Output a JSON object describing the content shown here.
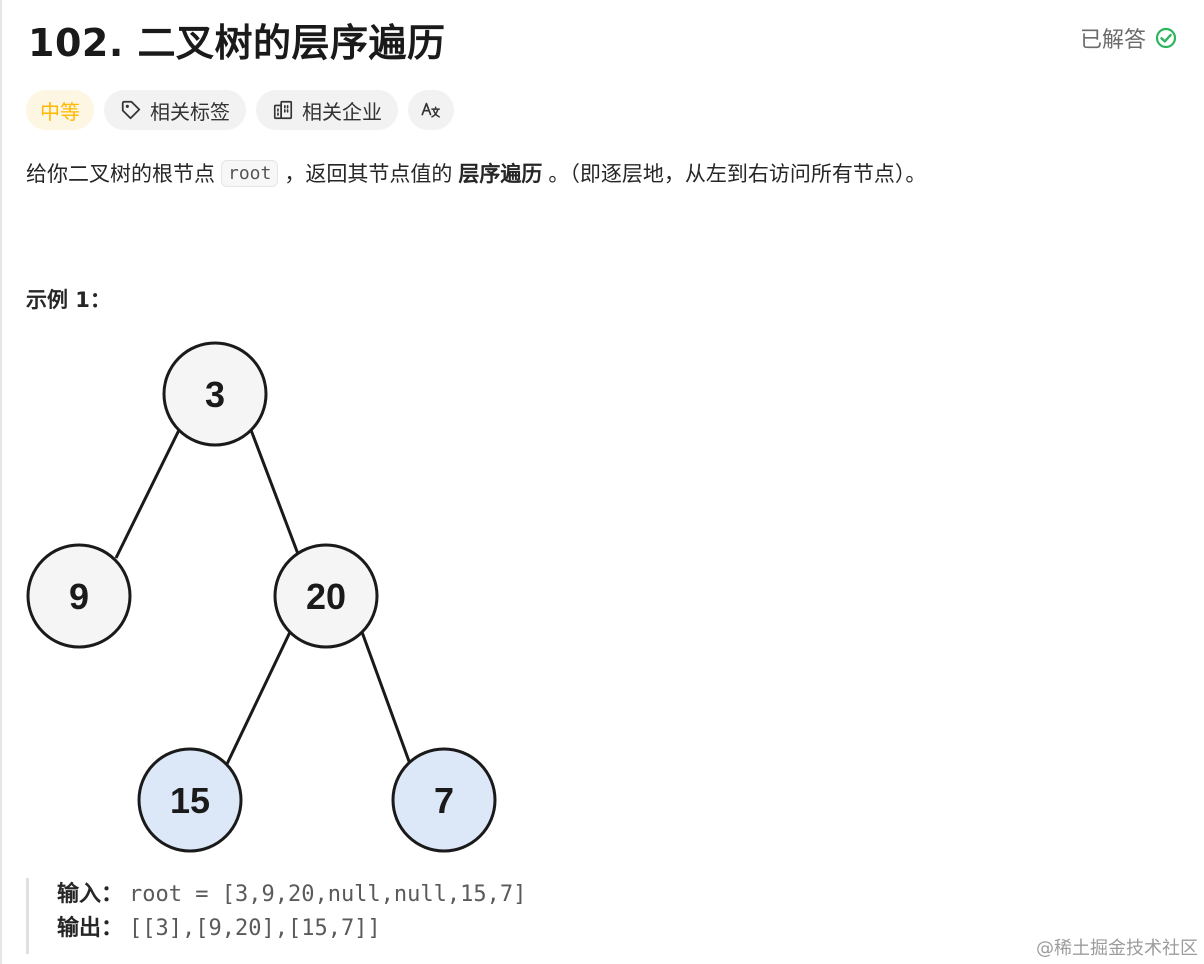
{
  "header": {
    "title": "102. 二叉树的层序遍历",
    "solved_label": "已解答"
  },
  "tags": {
    "difficulty": "中等",
    "related_topics": "相关标签",
    "related_companies": "相关企业",
    "translate_icon": "Aあ"
  },
  "description": {
    "part1": "给你二叉树的根节点",
    "code": "root",
    "part2": "，返回其节点值的",
    "bold": "层序遍历",
    "part3": "。（即逐层地，从左到右访问所有节点）。"
  },
  "example": {
    "heading": "示例 1：",
    "tree_nodes": [
      "3",
      "9",
      "20",
      "15",
      "7"
    ],
    "input_label": "输入：",
    "input_value": "root = [3,9,20,null,null,15,7]",
    "output_label": "输出：",
    "output_value": "[[3],[9,20],[15,7]]"
  },
  "watermark": "@稀土掘金技术社区",
  "colors": {
    "difficulty_medium": "#ffb800",
    "solved_check": "#2db55d",
    "node_default": "#f5f5f5",
    "node_highlight": "#dce8f8"
  }
}
